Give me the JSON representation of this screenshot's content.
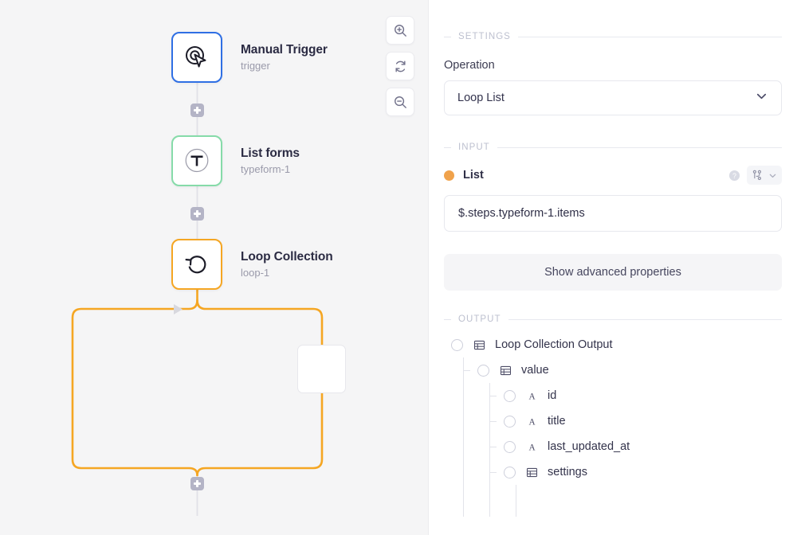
{
  "canvas": {
    "zoom_controls": [
      {
        "name": "zoom-in",
        "icon": "zoom-in-icon"
      },
      {
        "name": "fit-view",
        "icon": "refresh-icon"
      },
      {
        "name": "zoom-out",
        "icon": "zoom-out-icon"
      }
    ],
    "nodes": [
      {
        "title": "Manual Trigger",
        "subtitle": "trigger",
        "icon": "cursor-click-icon",
        "accent": "#2f6fe4"
      },
      {
        "title": "List forms",
        "subtitle": "typeform-1",
        "icon": "typeform-t-icon",
        "accent": "#86dba9"
      },
      {
        "title": "Loop Collection",
        "subtitle": "loop-1",
        "icon": "loop-arrow-icon",
        "accent": "#f5a623"
      }
    ],
    "loop_color": "#f5a623",
    "connector_color": "#e2e2e8",
    "plus_buttons": 3
  },
  "panel": {
    "settings": {
      "heading": "SETTINGS",
      "operation_label": "Operation",
      "operation_value": "Loop List"
    },
    "input": {
      "heading": "INPUT",
      "field_name": "List",
      "field_value": "$.steps.typeform-1.items",
      "help_icon": "question-circle-icon",
      "branch_icon": "git-branch-icon",
      "chevron_icon": "chevron-down-icon",
      "dot_color": "#f0a24b"
    },
    "advanced_button": "Show advanced properties",
    "output": {
      "heading": "OUTPUT",
      "tree": [
        {
          "label": "Loop Collection Output",
          "type": "object",
          "depth": 0
        },
        {
          "label": "value",
          "type": "object",
          "depth": 1
        },
        {
          "label": "id",
          "type": "string",
          "depth": 2
        },
        {
          "label": "title",
          "type": "string",
          "depth": 2
        },
        {
          "label": "last_updated_at",
          "type": "string",
          "depth": 2
        },
        {
          "label": "settings",
          "type": "object",
          "depth": 2
        }
      ]
    }
  }
}
